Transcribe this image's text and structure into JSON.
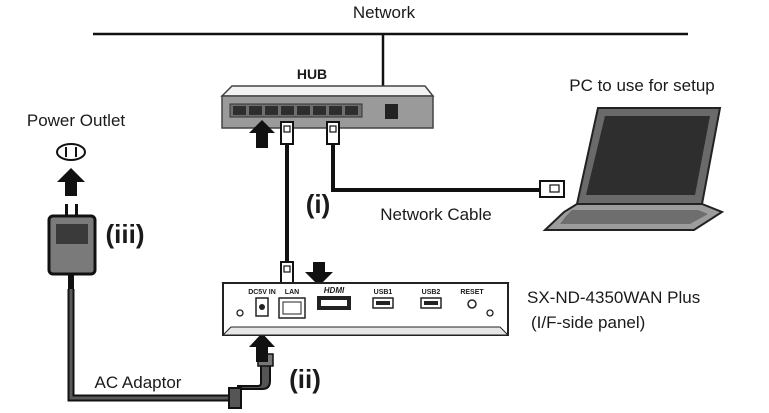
{
  "labels": {
    "network": "Network",
    "hub": "HUB",
    "pc": "PC to use for setup",
    "power_outlet": "Power Outlet",
    "network_cable": "Network Cable",
    "ac_adaptor": "AC Adaptor",
    "device_name": "SX-ND-4350WAN Plus",
    "device_panel": "(I/F-side panel)"
  },
  "steps": {
    "step1": "(i)",
    "step2": "(ii)",
    "step3": "(iii)"
  },
  "device_ports": {
    "dc_in": "DC5V IN",
    "lan": "LAN",
    "hdmi": "HDMI",
    "usb1": "USB1",
    "usb2": "USB2",
    "reset": "RESET"
  },
  "icons": {
    "hub": "network-hub-icon",
    "pc": "laptop-icon",
    "outlet": "power-outlet-icon",
    "adaptor": "power-adaptor-icon",
    "device": "media-player-box-icon"
  }
}
